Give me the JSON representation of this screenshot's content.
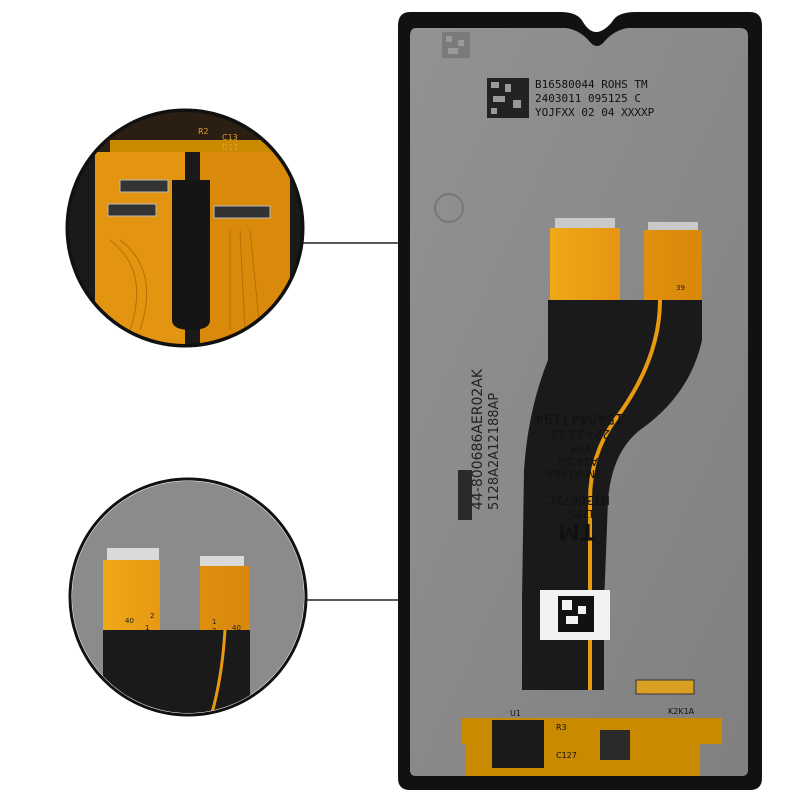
{
  "panel_labels": {
    "line1": "B16580044 ROHS TM",
    "line2": "2403011  095125  C",
    "line3": "YOJFXX  02  04  XXXXP"
  },
  "flex_text": {
    "model_tm": "TM",
    "ltps": "LTPS",
    "driver": "NT36672C",
    "model": "SM-A146B",
    "variant": "A14 5G",
    "version": "V04",
    "date_code": "22+23  12",
    "serial": "1540447194",
    "part_number": "44-800686AER02AK",
    "batch_code": "5128A2A12188AP"
  },
  "board_labels": {
    "r3": "R3",
    "d11": "D11",
    "r2": "R2",
    "c13": "C13",
    "k2k1a": "K2K1A",
    "c127": "C127",
    "u1": "U1"
  },
  "connector_pins": {
    "left_40": "40",
    "left_1": "1",
    "left_2": "2",
    "right_40": "40",
    "right_1": "1",
    "right_2": "2",
    "right_39": "39"
  },
  "colors": {
    "panel_gray": "#8b8b8b",
    "bezel": "#111111",
    "flex_orange": "#e89a10",
    "flex_black": "#1a1a1a",
    "pcb_gold": "#c98a00",
    "connector_line": "#222222"
  }
}
